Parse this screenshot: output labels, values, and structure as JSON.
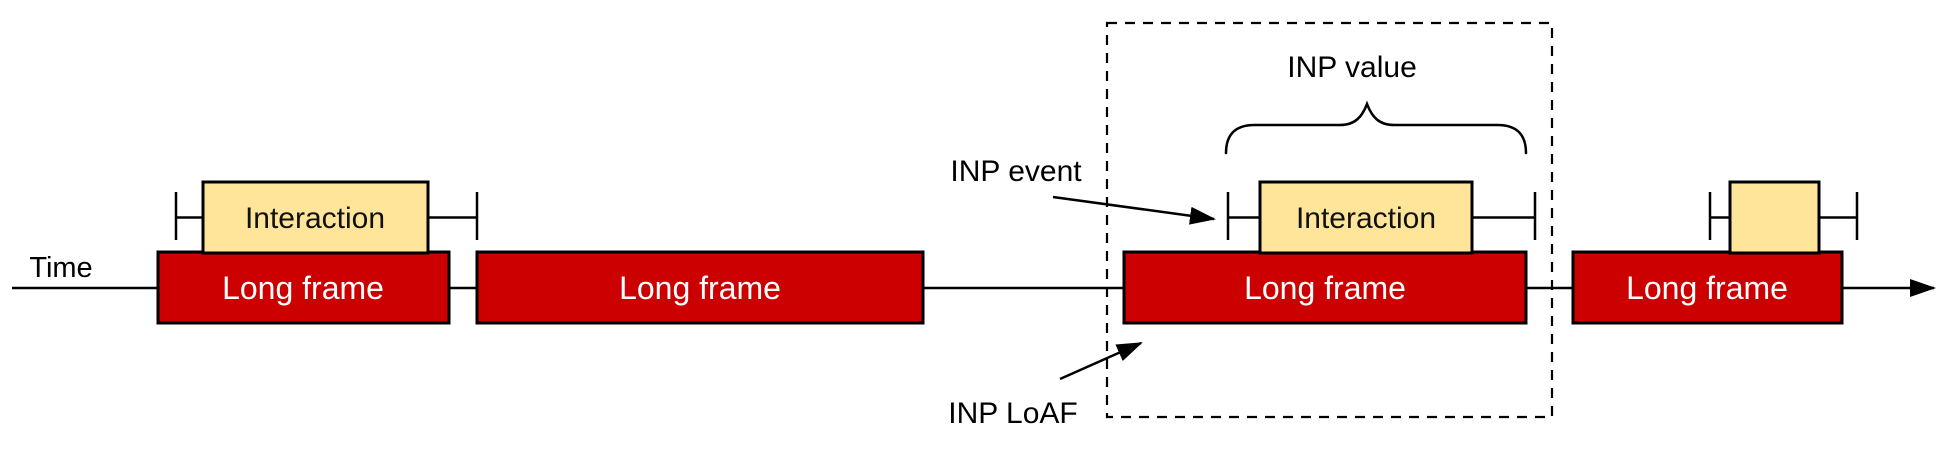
{
  "diagram": {
    "time_axis_label": "Time",
    "frames": [
      {
        "label": "Long frame"
      },
      {
        "label": "Long frame"
      },
      {
        "label": "Long frame"
      },
      {
        "label": "Long frame"
      }
    ],
    "interactions": [
      {
        "label": "Interaction"
      },
      {
        "label": "Interaction"
      },
      {
        "label": ""
      }
    ],
    "annotations": {
      "inp_event": "INP event",
      "inp_value": "INP value",
      "inp_loaf": "INP LoAF"
    },
    "colors": {
      "long_frame_fill": "#cc0000",
      "long_frame_text": "#ffffff",
      "interaction_fill": "#ffe599",
      "outline": "#000000",
      "background": "#ffffff"
    }
  }
}
